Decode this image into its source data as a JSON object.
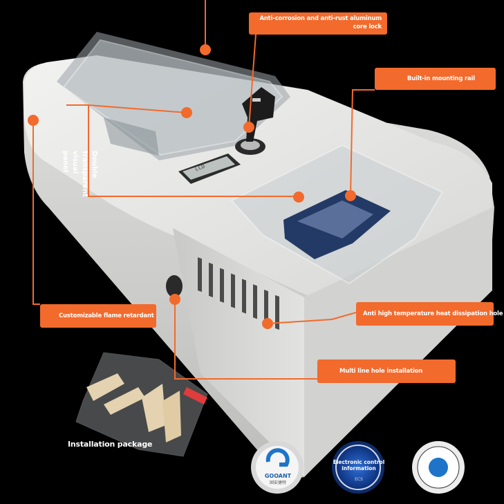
{
  "callouts": {
    "lock": "Anti-corrosion and anti-rust aluminum core lock",
    "rail": "Built-in mounting rail",
    "panel_line1": "Double",
    "panel_line2": "transparent",
    "panel_line3": "visual",
    "panel_line4": "panel",
    "flame": "Customizable flame retardant",
    "heat": "Anti high temperature heat dissipation hole",
    "multiline": "Multi line hole installation"
  },
  "package_label": "Installation package",
  "badges": {
    "brand_name": "GOOANT",
    "brand_sub": "固安捷特",
    "ecs_line1": "Electronic control",
    "ecs_line2": "information",
    "ecs_mark": "ECS"
  },
  "meter_display": "LCD",
  "colors": {
    "accent": "#f26a2c",
    "background": "#000000",
    "enclosure": "#e6e6e4"
  }
}
